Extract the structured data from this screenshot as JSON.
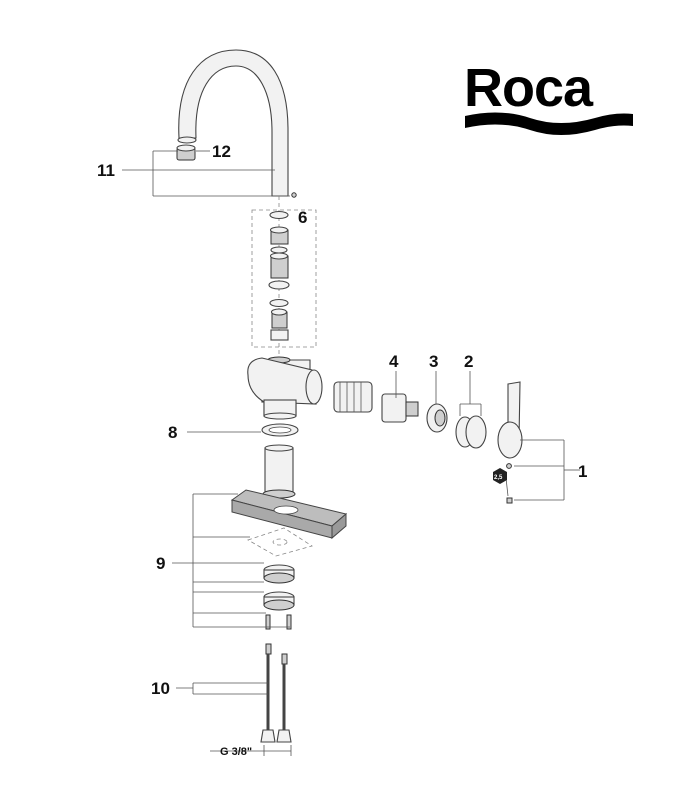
{
  "brand": {
    "name": "Roca"
  },
  "callouts": [
    {
      "id": "1",
      "text": "1"
    },
    {
      "id": "2",
      "text": "2"
    },
    {
      "id": "3",
      "text": "3"
    },
    {
      "id": "4",
      "text": "4"
    },
    {
      "id": "6",
      "text": "6"
    },
    {
      "id": "8",
      "text": "8"
    },
    {
      "id": "9",
      "text": "9"
    },
    {
      "id": "10",
      "text": "10"
    },
    {
      "id": "11",
      "text": "11"
    },
    {
      "id": "12",
      "text": "12"
    }
  ],
  "thread_label": "G 3/8\"",
  "hex_key_label": "2,5",
  "colors": {
    "line": "#444444",
    "fill": "#f2f2f2",
    "dark": "#333333"
  }
}
